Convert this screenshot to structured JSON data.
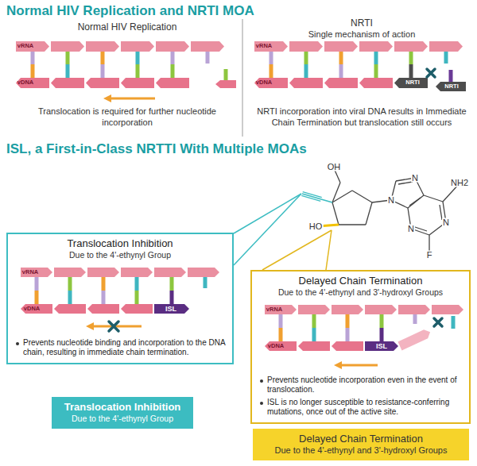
{
  "diagram": {
    "title": "Normal HIV Replication and NRTI MOA",
    "nodes": [
      {
        "text": [
          "Translocation Inhibition",
          "Due to the 4'-ethynyl Group",
          "Prevents nucleotide binding and incorporation to the DNA chain, resulting in immediate chain termination."
        ]
      },
      {
        "text": [
          "Translocation Inhibition",
          "Due to the 4'-ethynyl Group"
        ]
      },
      {
        "text": [
          "Delayed Chain Termination",
          "Due to the 4'-ethynyl and 3'-hydroxyl Groups",
          "Prevents nucleotide incorporation even in the event of translocation.",
          "ISL is no longer susceptible to resistance-conferring mutations, once out of the active site."
        ]
      },
      {
        "text": [
          "Delayed Chain Termination",
          "Due to the 4'-ethynyl and 3'-hydroxyl Groups"
        ]
      }
    ],
    "labels": [
      "ISL, a First-in-Class NRTTI With Multiple MOAs",
      "Normal HIV Replication",
      "vRNA",
      "vDNA",
      "Translocation is required for further nucleotide incorporation",
      "NRTI",
      "Single mechanism of action",
      "vRNA",
      "vDNA",
      "NRTI",
      "NRTI",
      "NRTI incorporation into viral DNA results in Immediate Chain Termination but translocation still occurs",
      "OH",
      "HO",
      "N",
      "N",
      "N",
      "N",
      "NH2",
      "F",
      "vRNA",
      "vDNA",
      "ISL",
      "vRNA",
      "vDNA",
      "ISL"
    ]
  }
}
